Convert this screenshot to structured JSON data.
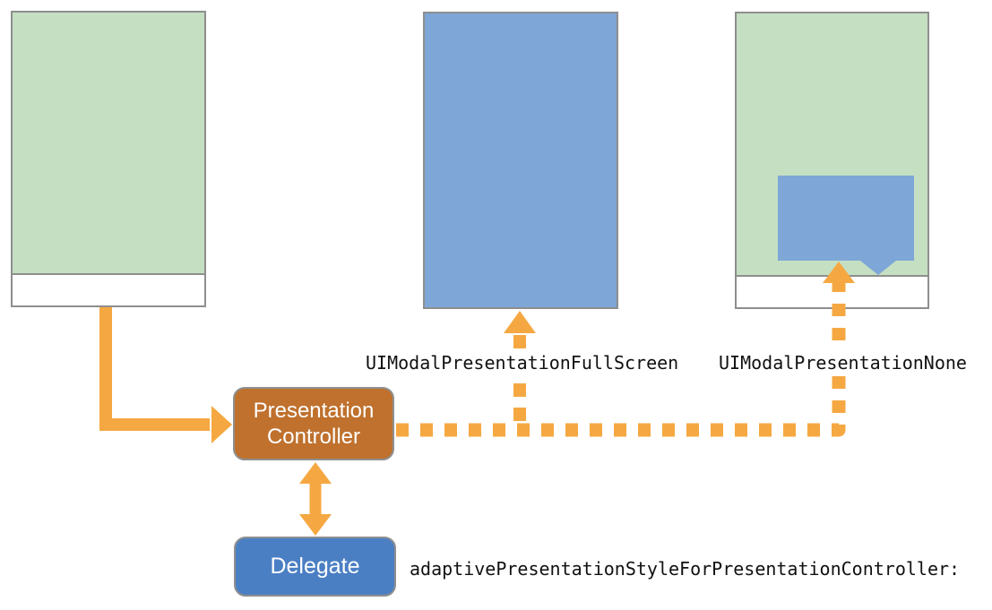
{
  "diagram": {
    "nodes": {
      "presentation_controller": {
        "line1": "Presentation",
        "line2": "Controller"
      },
      "delegate": {
        "label": "Delegate"
      }
    },
    "labels": {
      "fullscreen": "UIModalPresentationFullScreen",
      "none": "UIModalPresentationNone",
      "delegate_method": "adaptivePresentationStyleForPresentationController:"
    },
    "devices": [
      {
        "id": "presenting-view",
        "screen_color": "green",
        "bottom_bar": true,
        "popover": false
      },
      {
        "id": "fullscreen-presented-view",
        "screen_color": "blue",
        "bottom_bar": false,
        "popover": false
      },
      {
        "id": "popover-presented-view",
        "screen_color": "green",
        "bottom_bar": true,
        "popover": true
      }
    ],
    "colors": {
      "green_screen": "#c5dfc2",
      "blue_screen": "#7ea7d8",
      "arrow_orange": "#f5a842",
      "presentation_controller_fill": "#bf712d",
      "delegate_fill": "#4b7fc4",
      "border_gray": "#8e8e8e",
      "code_text": "#111111"
    }
  }
}
